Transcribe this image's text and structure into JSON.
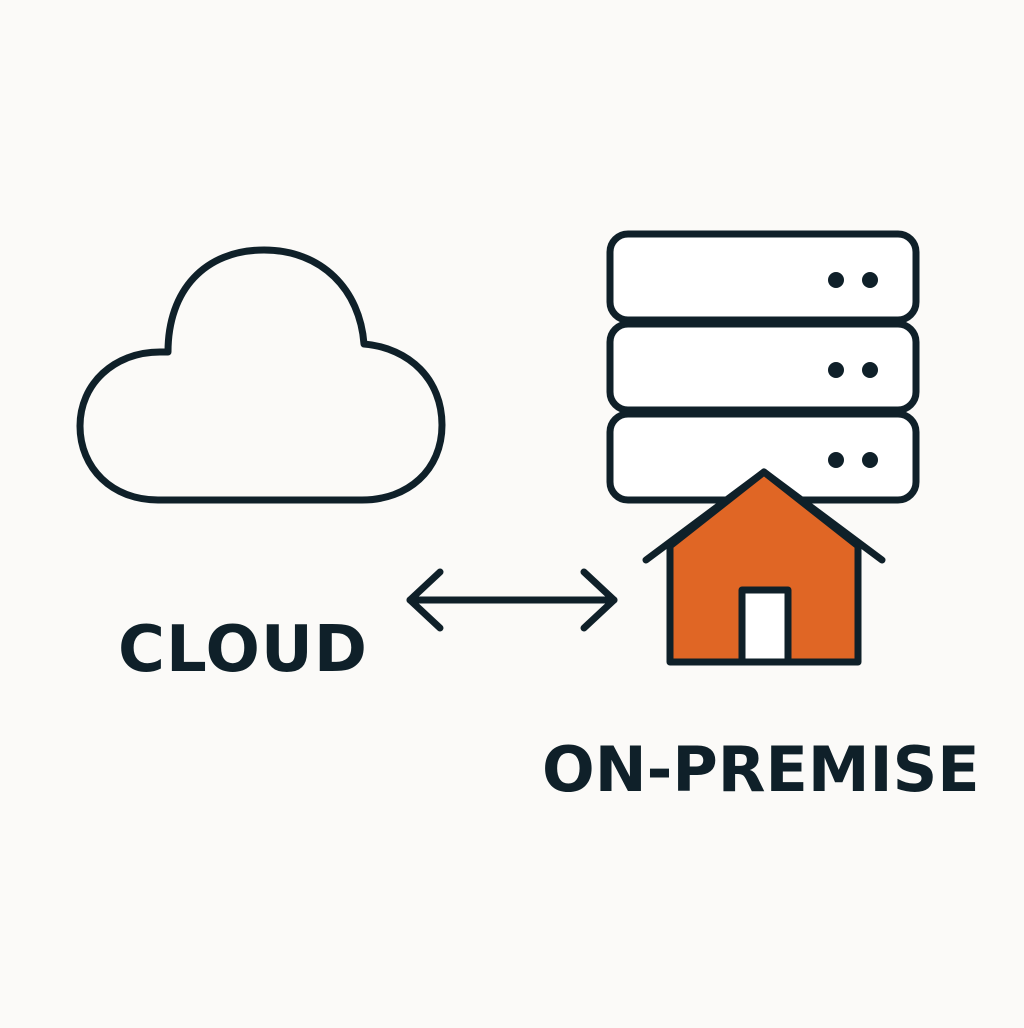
{
  "labels": {
    "cloud": "CLOUD",
    "on_premise": "ON-PREMISE"
  },
  "icons": {
    "cloud": "cloud-icon",
    "server_rack": "server-rack-icon",
    "house": "house-icon",
    "connection": "double-arrow-icon"
  },
  "colors": {
    "background": "#fbfaf8",
    "stroke": "#0f2029",
    "house_fill": "#e06625",
    "unit_fill": "#ffffff",
    "door_fill": "#ffffff"
  },
  "server_rack": {
    "unit_count": 3,
    "indicator_lights_per_unit": 2
  }
}
